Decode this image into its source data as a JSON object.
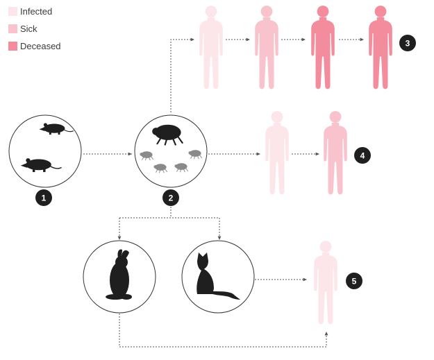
{
  "legend": [
    {
      "label": "Infected",
      "color": "#fde6ea"
    },
    {
      "label": "Sick",
      "color": "#f9c3cd"
    },
    {
      "label": "Deceased",
      "color": "#f38d9d"
    }
  ],
  "steps": [
    "1",
    "2",
    "3",
    "4",
    "5"
  ],
  "colors": {
    "infected": "#fde6ea",
    "sick": "#f9c3cd",
    "deceased": "#f38d9d",
    "animal": "#1f1f1f",
    "flea_small": "#8a8a8a",
    "badge": "#1f1f1f",
    "arrow": "#555555"
  },
  "icons": {
    "rats": "rat-icon",
    "flea": "flea-icon",
    "rabbit": "rabbit-icon",
    "cat": "cat-icon",
    "human": "human-figure-icon"
  }
}
